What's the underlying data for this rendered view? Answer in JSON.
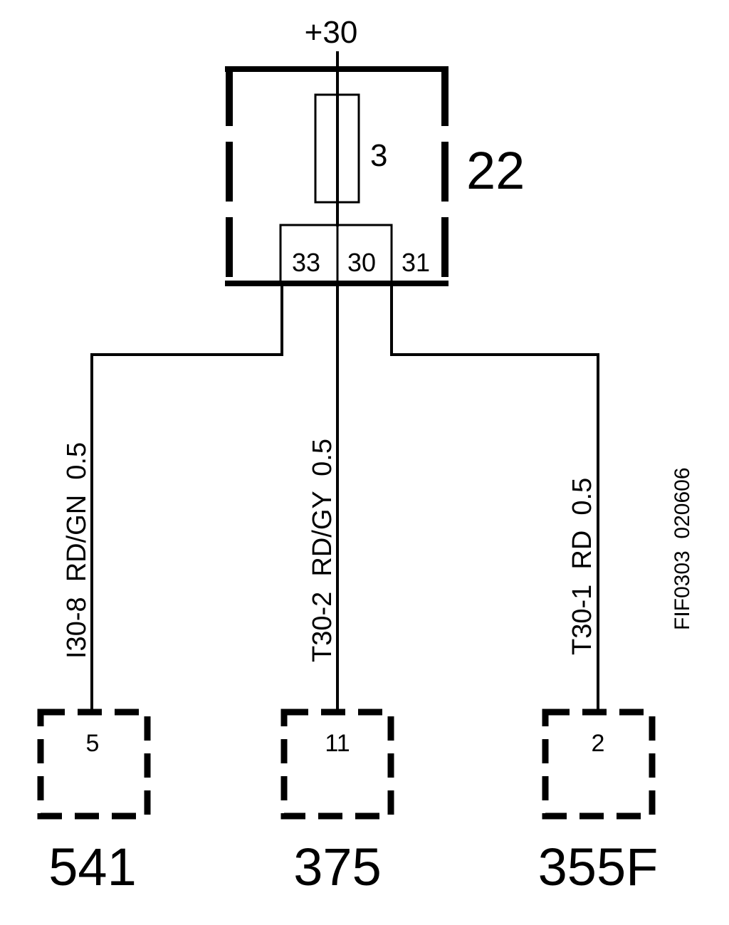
{
  "supply": {
    "label": "+30"
  },
  "fuse_box": {
    "id": "22",
    "fuse_number": "3",
    "pins": [
      "33",
      "30",
      "31"
    ]
  },
  "wires": [
    {
      "label": "I30-8  RD/GN  0.5"
    },
    {
      "label": "T30-2  RD/GY  0.5"
    },
    {
      "label": "T30-1  RD  0.5"
    }
  ],
  "connectors": [
    {
      "pin": "5",
      "id": "541"
    },
    {
      "pin": "11",
      "id": "375"
    },
    {
      "pin": "2",
      "id": "355F"
    }
  ],
  "reference": "FIF0303  020606"
}
